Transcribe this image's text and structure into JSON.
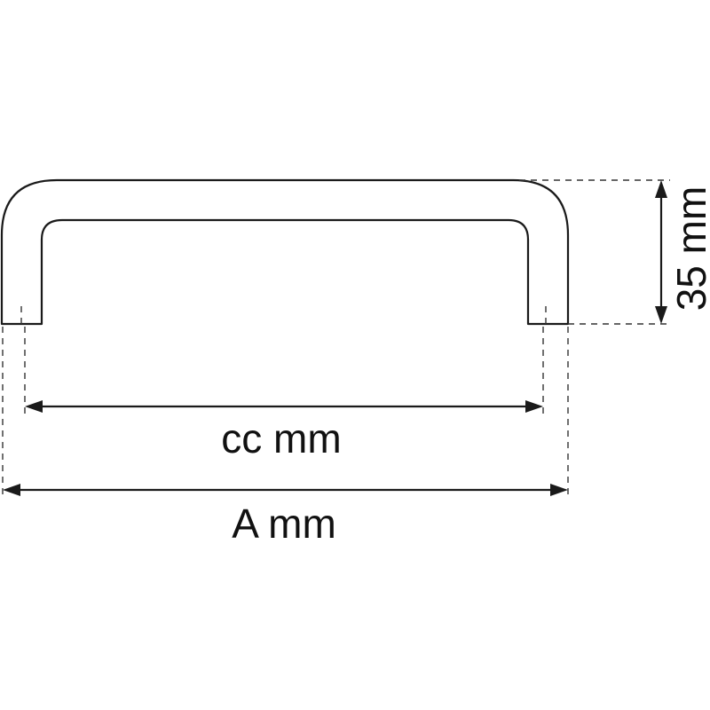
{
  "labels": {
    "cc": "cc mm",
    "a": "A mm",
    "height": "35 mm"
  },
  "colors": {
    "line": "#1a1a1a",
    "background": "#ffffff"
  }
}
